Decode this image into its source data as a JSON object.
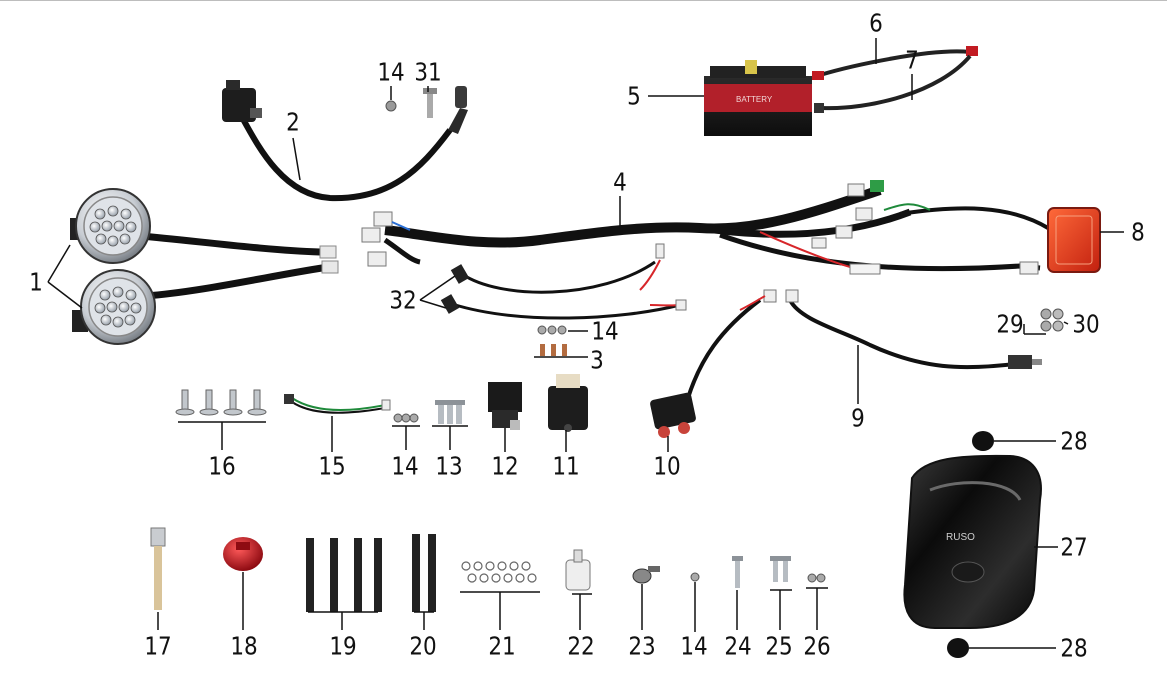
{
  "parts": [
    {
      "id": "p1",
      "label": "1"
    },
    {
      "id": "p2",
      "label": "2"
    },
    {
      "id": "p3",
      "label": "3"
    },
    {
      "id": "p4",
      "label": "4"
    },
    {
      "id": "p5",
      "label": "5"
    },
    {
      "id": "p6",
      "label": "6"
    },
    {
      "id": "p7",
      "label": "7"
    },
    {
      "id": "p8",
      "label": "8"
    },
    {
      "id": "p9",
      "label": "9"
    },
    {
      "id": "p10",
      "label": "10"
    },
    {
      "id": "p11",
      "label": "11"
    },
    {
      "id": "p12",
      "label": "12"
    },
    {
      "id": "p13",
      "label": "13"
    },
    {
      "id": "p14a",
      "label": "14"
    },
    {
      "id": "p14b",
      "label": "14"
    },
    {
      "id": "p14c",
      "label": "14"
    },
    {
      "id": "p14d",
      "label": "14"
    },
    {
      "id": "p15",
      "label": "15"
    },
    {
      "id": "p16",
      "label": "16"
    },
    {
      "id": "p17",
      "label": "17"
    },
    {
      "id": "p18",
      "label": "18"
    },
    {
      "id": "p19",
      "label": "19"
    },
    {
      "id": "p20",
      "label": "20"
    },
    {
      "id": "p21",
      "label": "21"
    },
    {
      "id": "p22",
      "label": "22"
    },
    {
      "id": "p23",
      "label": "23"
    },
    {
      "id": "p24",
      "label": "24"
    },
    {
      "id": "p25",
      "label": "25"
    },
    {
      "id": "p26",
      "label": "26"
    },
    {
      "id": "p27",
      "label": "27"
    },
    {
      "id": "p28a",
      "label": "28"
    },
    {
      "id": "p28b",
      "label": "28"
    },
    {
      "id": "p29",
      "label": "29"
    },
    {
      "id": "p30",
      "label": "30"
    },
    {
      "id": "p31",
      "label": "31"
    },
    {
      "id": "p32",
      "label": "32"
    }
  ],
  "colors": {
    "line": "#111111",
    "cable": "#1a1a1a",
    "battery_red": "#b2202a",
    "cap_red": "#c0141e",
    "tail_red": "#e23a1e",
    "chrome": "#c9cdd2",
    "wire_red": "#d7262a",
    "wire_green": "#1f8a3b",
    "tan": "#d9c49a"
  },
  "battery": {
    "brand_text": "BATTERY"
  },
  "tank": {
    "brand_text": "RUSO"
  }
}
